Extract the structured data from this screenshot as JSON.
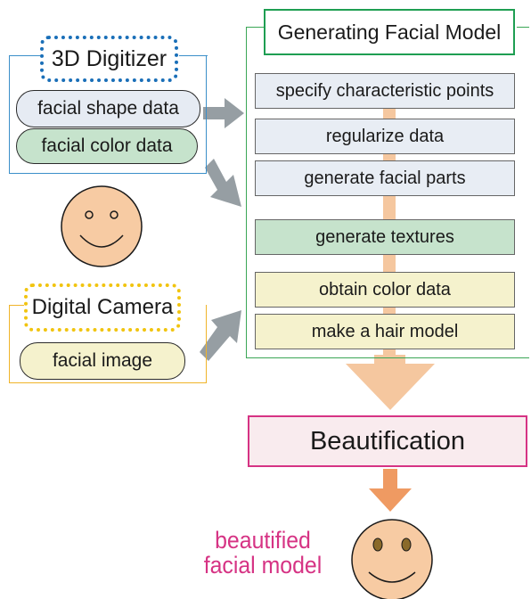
{
  "digitizer": {
    "title": "3D Digitizer",
    "items": [
      "facial shape data",
      "facial color data"
    ]
  },
  "camera": {
    "title": "Digital Camera",
    "items": [
      "facial image"
    ]
  },
  "generating": {
    "title": "Generating Facial Model",
    "steps": [
      "specify characteristic points",
      "regularize data",
      "generate facial parts",
      "generate textures",
      "obtain color data",
      "make a hair model"
    ]
  },
  "beautification": {
    "label": "Beautification"
  },
  "output": {
    "caption_line1": "beautified",
    "caption_line2": "facial model"
  },
  "colors": {
    "digitizer_accent": "#1a6fb8",
    "camera_accent": "#f1c40f",
    "model_accent": "#1e9e52",
    "beautification_accent": "#d63384",
    "face_fill": "#f7cba3",
    "arrow_gray": "#969ea3",
    "arrow_peach": "#f5c79f",
    "arrow_orange": "#ef9a62"
  },
  "icons": [
    "smiley-face-icon",
    "arrow-right-icon",
    "arrow-down-icon"
  ]
}
